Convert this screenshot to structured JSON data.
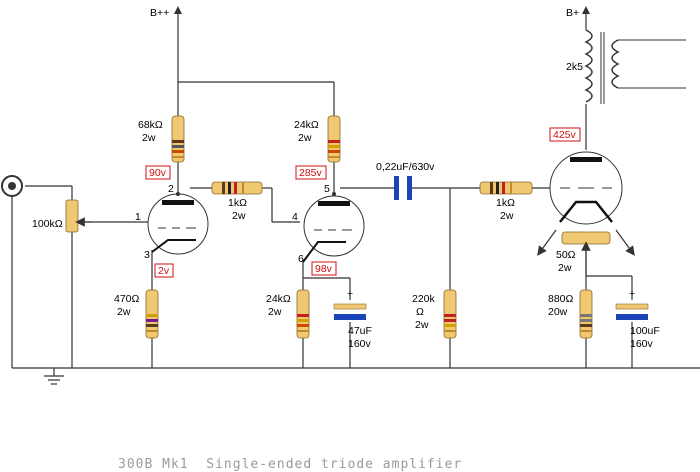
{
  "title": "300B Mk1  Single-ended triode amplifier",
  "rails": {
    "b_plus_plus": "B++",
    "b_plus": "B+"
  },
  "input": {
    "pot_value": "100kΩ"
  },
  "stage1": {
    "plate_resistor": {
      "value": "68kΩ",
      "power": "2w"
    },
    "cathode_resistor": {
      "value": "470Ω",
      "power": "2w"
    },
    "plate_voltage": "90v",
    "cathode_voltage": "2v",
    "pins": {
      "plate": "2",
      "grid": "1",
      "cathode": "3"
    }
  },
  "coupling_resistor": {
    "value": "1kΩ",
    "power": "2w"
  },
  "stage2": {
    "plate_resistor": {
      "value": "24kΩ",
      "power": "2w"
    },
    "cathode_resistor": {
      "value": "24kΩ",
      "power": "2w"
    },
    "cathode_cap": {
      "value": "47uF",
      "voltage": "160v",
      "polarity": "+"
    },
    "plate_voltage": "285v",
    "cathode_voltage": "98v",
    "pins": {
      "plate": "5",
      "grid": "4",
      "cathode": "6"
    }
  },
  "coupling_cap": {
    "label": "0,22uF/630v"
  },
  "grid_leak": {
    "value": "220k",
    "unit": "Ω",
    "power": "2w"
  },
  "grid_stopper": {
    "value": "1kΩ",
    "power": "2w"
  },
  "output": {
    "transformer_primary": "2k5",
    "plate_voltage": "425v",
    "hum_pot": {
      "value": "50Ω",
      "power": "2w"
    },
    "cathode_resistor": {
      "value": "880Ω",
      "power": "20w"
    },
    "cathode_cap": {
      "value": "100uF",
      "voltage": "160v",
      "polarity": "+"
    }
  },
  "colors": {
    "wire": "#333333",
    "resistor": "#f0c872",
    "voltage": "#d01010",
    "capacitor": "#1a44b8"
  }
}
